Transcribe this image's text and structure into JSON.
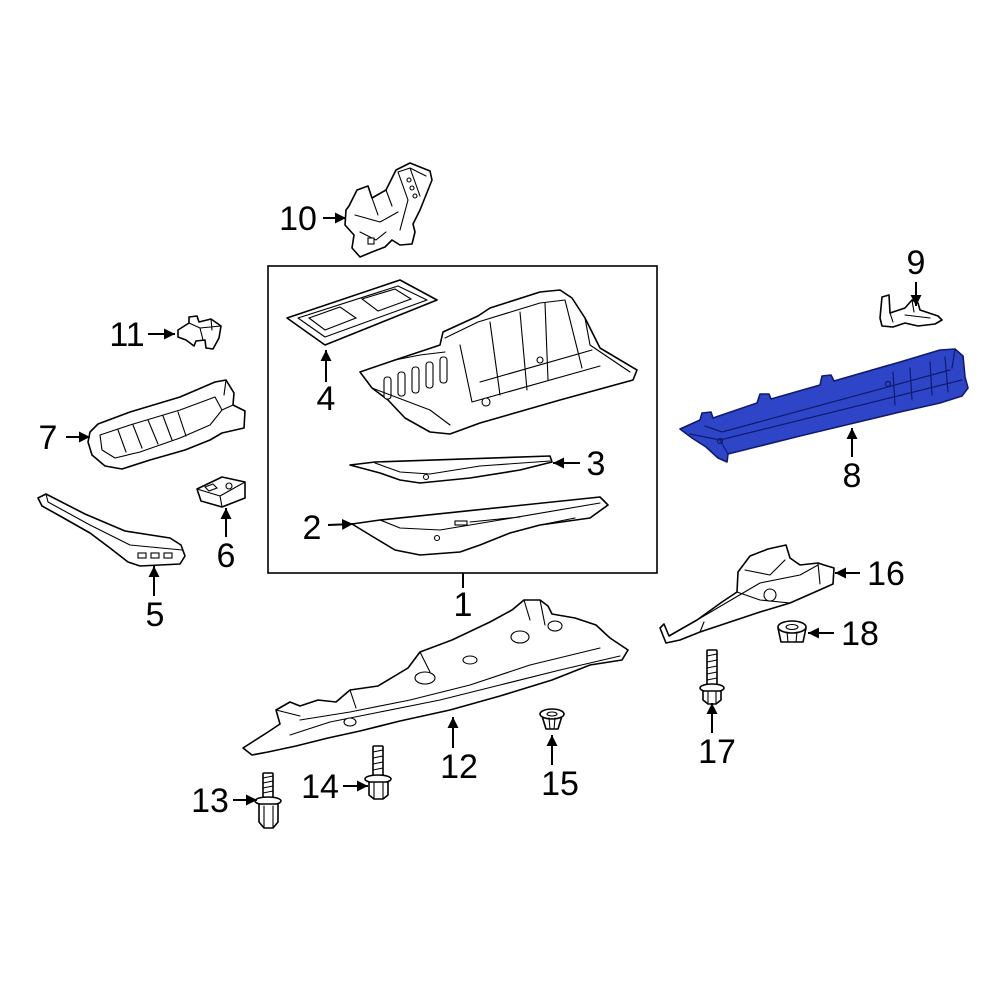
{
  "diagram": {
    "highlight_color": "#2e45c7",
    "line_color": "#000000",
    "background_color": "#ffffff"
  },
  "parts": [
    {
      "callout": "1"
    },
    {
      "callout": "2"
    },
    {
      "callout": "3"
    },
    {
      "callout": "4"
    },
    {
      "callout": "5"
    },
    {
      "callout": "6"
    },
    {
      "callout": "7"
    },
    {
      "callout": "8",
      "highlighted": true
    },
    {
      "callout": "9"
    },
    {
      "callout": "10"
    },
    {
      "callout": "11"
    },
    {
      "callout": "12"
    },
    {
      "callout": "13"
    },
    {
      "callout": "14"
    },
    {
      "callout": "15"
    },
    {
      "callout": "16"
    },
    {
      "callout": "17"
    },
    {
      "callout": "18"
    }
  ]
}
